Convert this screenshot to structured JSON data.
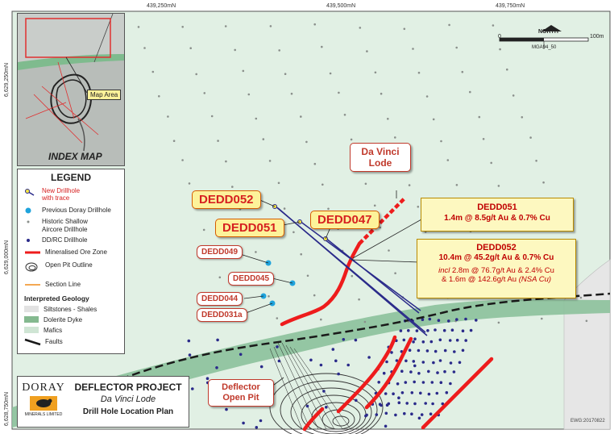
{
  "coordinates": {
    "eastings": [
      "439,250mN",
      "439,500mN",
      "439,750mN"
    ],
    "northings": [
      "6,629,250mN",
      "6,629,000mN",
      "6,628,750mN"
    ]
  },
  "scale_bar": {
    "north_label": "NORTH",
    "zero": "0",
    "distance": "100m",
    "datum": "MGA94_50"
  },
  "index_map": {
    "title": "INDEX MAP",
    "callout": "Map Area"
  },
  "legend": {
    "title": "LEGEND",
    "items": [
      {
        "label": "New Drillhole\nwith trace",
        "symbol": "drillhole-new"
      },
      {
        "label": "Previous Doray Drillhole",
        "symbol": "drillhole-previous"
      },
      {
        "label": "Historic Shallow\nAircore Drillhole",
        "symbol": "drillhole-aircore"
      },
      {
        "label": "DD/RC Drillhole",
        "symbol": "drillhole-ddrc"
      },
      {
        "label": "Mineralised Ore Zone",
        "symbol": "ore-zone"
      },
      {
        "label": "Open Pit Outline",
        "symbol": "open-pit"
      },
      {
        "label": "Section Line",
        "symbol": "section-line"
      }
    ],
    "geology_title": "Interpreted Geology",
    "geology_items": [
      {
        "label": "Siltstones - Shales",
        "color": "#e2e2e2"
      },
      {
        "label": "Dolerite Dyke",
        "color": "#84b98f"
      },
      {
        "label": "Mafics",
        "color": "#cfe5d4"
      }
    ],
    "faults_label": "Faults"
  },
  "drillholes": {
    "new": [
      "DEDD052",
      "DEDD051",
      "DEDD047"
    ],
    "previous": [
      "DEDD049",
      "DEDD045",
      "DEDD044",
      "DEDD031a"
    ]
  },
  "callouts": {
    "da_vinci": "Da Vinci\nLode",
    "deflector_pit": "Deflector\nOpen Pit"
  },
  "results": [
    {
      "hole": "DEDD051",
      "line1": "1.4m @ 8.5g/t Au & 0.7% Cu"
    },
    {
      "hole": "DEDD052",
      "line1": "10.4m @ 45.2g/t Au & 0.7% Cu",
      "incl_prefix": "incl",
      "incl_text": " 2.8m @ 76.7g/t Au & 2.4% Cu",
      "incl_line2": "& 1.6m @ 142.6g/t Au ",
      "incl_note": "(NSA Cu)"
    }
  ],
  "title_block": {
    "company": "DORAY",
    "company_sub": "MINERALS LIMITED",
    "project": "DEFLECTOR PROJECT",
    "subtitle": "Da Vinci Lode",
    "plan": "Drill Hole Location Plan"
  },
  "drawing_ref": "EWG:20170822",
  "colors": {
    "background": "#e3f1e6",
    "mafics": "#d3e9d8",
    "dolerite": "#8cc19b",
    "siltstone": "#e6e6e6",
    "ore_zone": "#ee1c1c",
    "fault": "#1a1a1a",
    "drill_trace": "#2a2a8a",
    "collar_previous": "#1fa3dc"
  }
}
